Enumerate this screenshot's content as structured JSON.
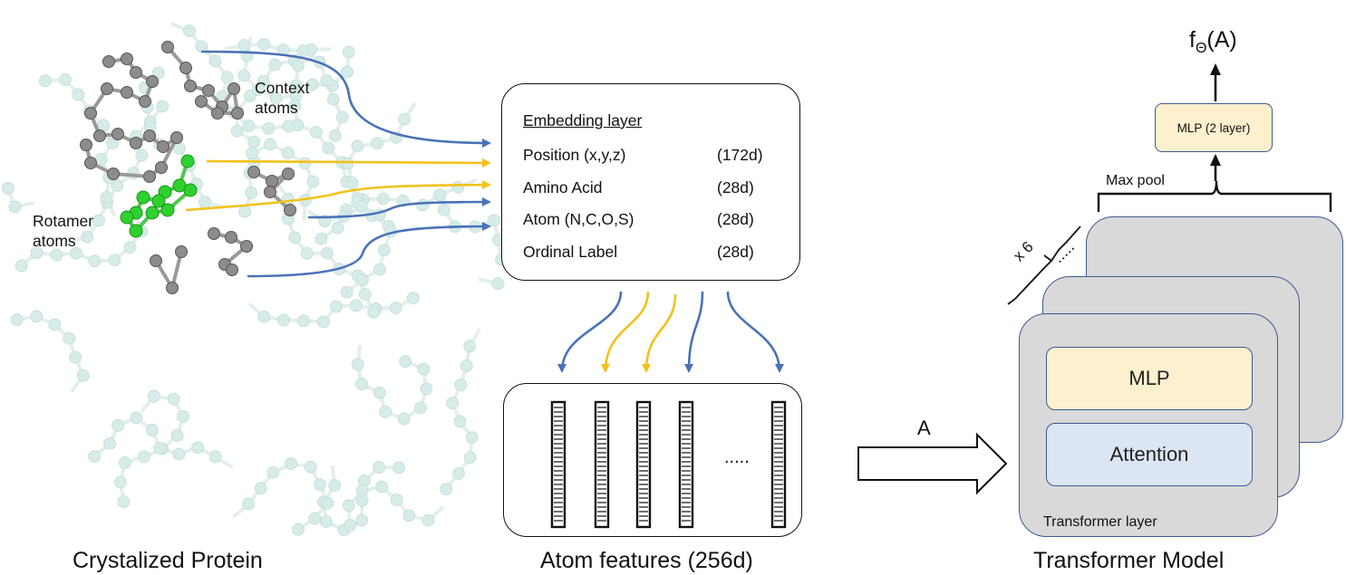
{
  "protein": {
    "caption": "Crystalized Protein",
    "context_label_line1": "Context",
    "context_label_line2": "atoms",
    "rotamer_label_line1": "Rotamer",
    "rotamer_label_line2": "atoms"
  },
  "embedding": {
    "title": "Embedding layer",
    "rows": [
      {
        "name": "Position (x,y,z)",
        "dim": "(172d)"
      },
      {
        "name": "Amino Acid",
        "dim": "(28d)"
      },
      {
        "name": "Atom (N,C,O,S)",
        "dim": "(28d)"
      },
      {
        "name": "Ordinal Label",
        "dim": "(28d)"
      }
    ]
  },
  "features": {
    "caption": "Atom features (256d)",
    "ellipsis": "....."
  },
  "arrow_label": "A",
  "transformer": {
    "caption": "Transformer Model",
    "output_label": "fΘ(A)",
    "mlp_top_label": "MLP (2 layer)",
    "max_pool_label": "Max pool",
    "repeat_label": "x 6",
    "stack_ellipsis": ".....",
    "mlp_label": "MLP",
    "attention_label": "Attention",
    "layer_label": "Transformer layer"
  },
  "colors": {
    "context_arrow": "#4a72b8",
    "rotamer_arrow": "#f2c21b",
    "rotamer_atom": "#2fd12f",
    "context_atom": "#8c8c8c",
    "background_atom": "#d6ece9",
    "mlp_fill": "#fdf0cf",
    "attention_fill": "#dce6f2",
    "layer_fill": "#d9d9d9",
    "box_border": "#3b5a93"
  }
}
